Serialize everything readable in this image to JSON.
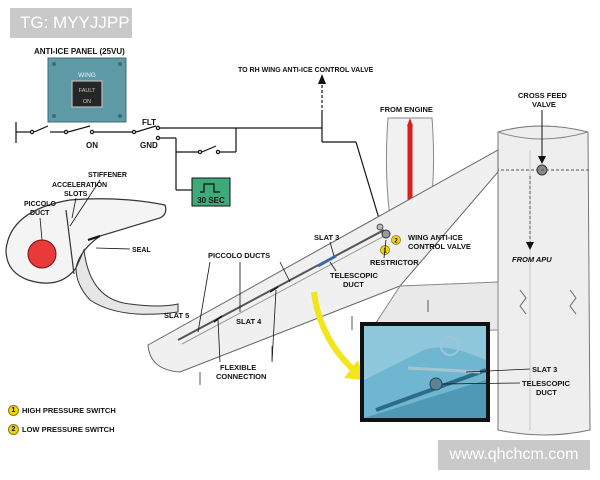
{
  "watermarks": {
    "top_left": "TG: MYYJJPP",
    "bottom_right": "www.qhchcm.com"
  },
  "panel": {
    "title": "ANTI-ICE PANEL (25VU)",
    "button_label": "WING",
    "fault_label": "FAULT",
    "on_label": "ON"
  },
  "circuit": {
    "on": "ON",
    "flt": "FLT",
    "gnd": "GND",
    "timer": "30 SEC"
  },
  "labels": {
    "to_rh_wing": "TO RH WING ANTI-ICE CONTROL VALVE",
    "from_engine": "FROM ENGINE",
    "cross_feed_line1": "CROSS FEED",
    "cross_feed_line2": "VALVE",
    "stiffener": "STIFFENER",
    "acceleration_line1": "ACCELERATION",
    "acceleration_line2": "SLOTS",
    "piccolo_duct_line1": "PICCOLO",
    "piccolo_duct_line2": "DUCT",
    "seal": "SEAL",
    "slat3": "SLAT 3",
    "wing_valve_line1": "WING ANTI-ICE",
    "wing_valve_line2": "CONTROL VALVE",
    "restrictor": "RESTRICTOR",
    "piccolo_ducts": "PICCOLO DUCTS",
    "telescopic_duct_line1": "TELESCOPIC",
    "telescopic_duct_line2": "DUCT",
    "from_apu": "FROM APU",
    "slat5": "SLAT 5",
    "slat4": "SLAT 4",
    "flexible_line1": "FLEXIBLE",
    "flexible_line2": "CONNECTION",
    "photo_slat3": "SLAT 3",
    "photo_telescopic_line1": "TELESCOPIC",
    "photo_telescopic_line2": "DUCT",
    "marker1": "1",
    "marker2": "2"
  },
  "legend": [
    {
      "num": "1",
      "text": "HIGH PRESSURE SWITCH"
    },
    {
      "num": "2",
      "text": "LOW PRESSURE SWITCH"
    }
  ],
  "colors": {
    "panel": "#5e9aa6",
    "hot_air": "#d81e1e",
    "timer_box": "#3daa78",
    "piccolo_red": "#e83a3a",
    "arrow_yellow": "#f2e51a",
    "photo_blue": "#6fb7d1"
  }
}
